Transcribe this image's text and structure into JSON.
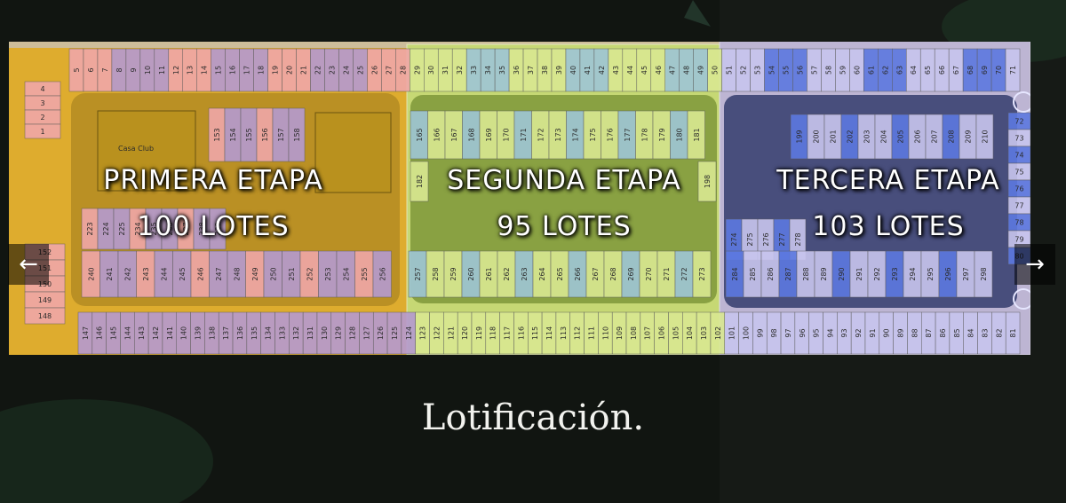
{
  "caption": "Lotificación.",
  "nav": {
    "prev_icon": "←",
    "next_icon": "→"
  },
  "amenity": "Casa Club",
  "stages": [
    {
      "name": "PRIMERA ETAPA",
      "lots": "100 LOTES",
      "color": "#e2a816"
    },
    {
      "name": "SEGUNDA ETAPA",
      "lots": "95 LOTES",
      "color": "#c5e06a"
    },
    {
      "name": "TERCERA ETAPA",
      "lots": "103 LOTES",
      "color": "#b7b3ea"
    }
  ],
  "rows": {
    "top_start": 5,
    "top_end": 71,
    "inner_top_p1": [
      153,
      154,
      155,
      156,
      157,
      158
    ],
    "inner_top_p2": [
      165,
      166,
      167,
      168,
      169,
      170,
      171,
      172,
      173,
      174,
      175,
      176,
      177,
      178,
      179,
      180,
      181
    ],
    "inner_top_p3": [
      199,
      200,
      201,
      202,
      203,
      204,
      205,
      206,
      207,
      208,
      209,
      210
    ],
    "inner_mid_p2": [
      182,
      198
    ],
    "inner_low_p1": [
      223,
      224,
      225,
      234,
      235,
      236,
      237,
      238,
      239
    ],
    "inner_low_p3": [
      274,
      275,
      276,
      277,
      278
    ],
    "inner_bot_p1": [
      240,
      241,
      242,
      243,
      244,
      245,
      246,
      247,
      248,
      249,
      250,
      251,
      252,
      253,
      254,
      255,
      256
    ],
    "inner_bot_p2": [
      257,
      258,
      259,
      260,
      261,
      262,
      263,
      264,
      265,
      266,
      267,
      268,
      269,
      270,
      271,
      272,
      273
    ],
    "inner_bot_p3": [
      284,
      285,
      286,
      287,
      288,
      289,
      290,
      291,
      292,
      293,
      294,
      295,
      296,
      297,
      298
    ],
    "left_col": [
      4,
      3,
      2,
      1
    ],
    "left_low": [
      152,
      151,
      150,
      149,
      148
    ],
    "right_col": [
      72,
      73,
      74,
      75,
      76,
      77,
      78,
      79,
      80
    ],
    "bottom_start": 147,
    "bottom_end": 81
  }
}
